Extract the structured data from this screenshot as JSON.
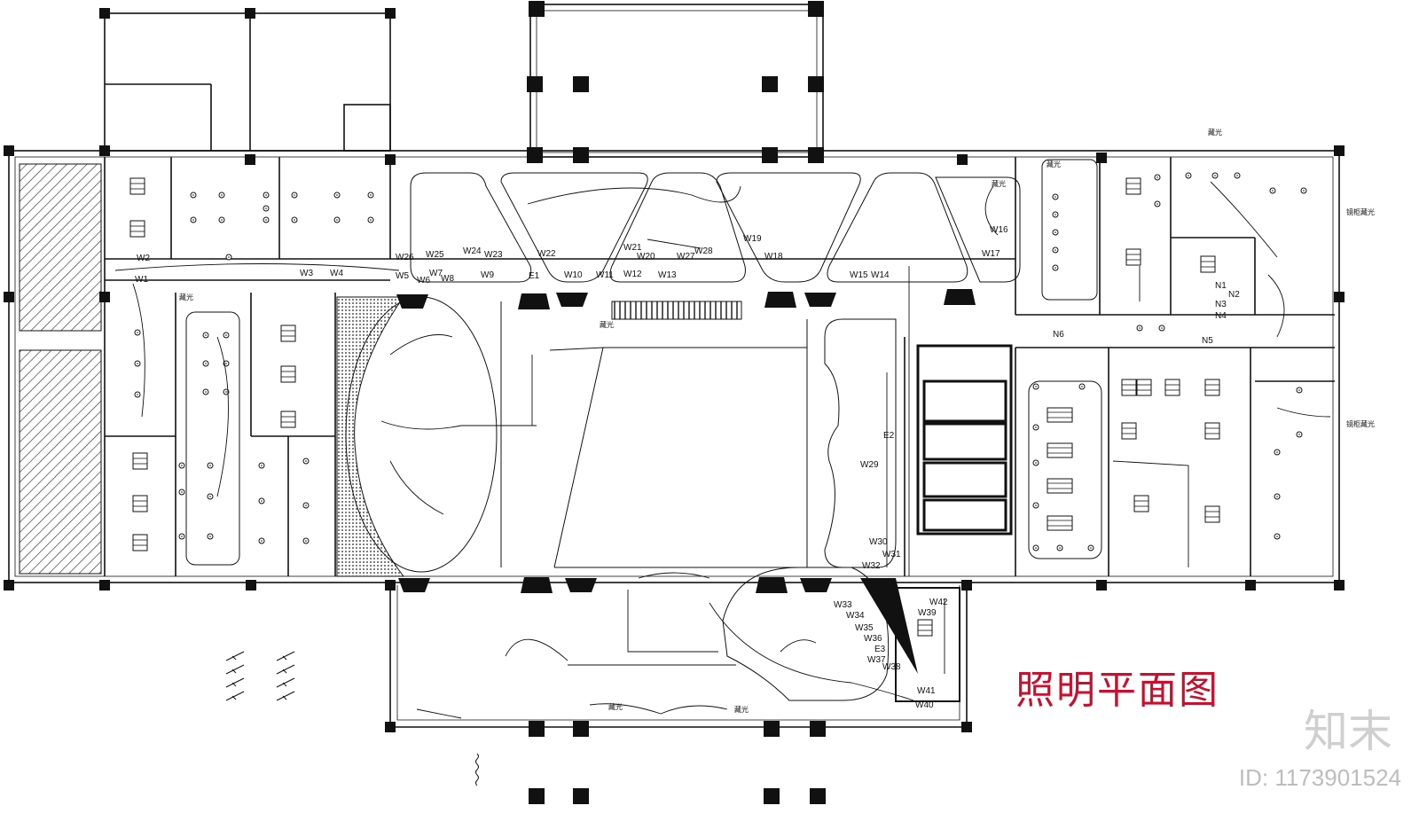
{
  "title": "照明平面图",
  "watermark": {
    "brand": "知末",
    "id": "ID: 1173901524"
  },
  "colors": {
    "title": "#c8102e",
    "line": "#111111",
    "watermark": "#bdbdbd"
  },
  "symbols": {
    "cove_light": "藏光",
    "mirror_cabinet_light": "镜柜藏光"
  },
  "circuit_labels": [
    {
      "t": "W1"
    },
    {
      "t": "W2"
    },
    {
      "t": "W3"
    },
    {
      "t": "W4"
    },
    {
      "t": "W5"
    },
    {
      "t": "W6"
    },
    {
      "t": "W7"
    },
    {
      "t": "W8"
    },
    {
      "t": "W9"
    },
    {
      "t": "W10"
    },
    {
      "t": "W11"
    },
    {
      "t": "W12"
    },
    {
      "t": "W13"
    },
    {
      "t": "W14"
    },
    {
      "t": "W15"
    },
    {
      "t": "W16"
    },
    {
      "t": "W17"
    },
    {
      "t": "W18"
    },
    {
      "t": "W19"
    },
    {
      "t": "W20"
    },
    {
      "t": "W21"
    },
    {
      "t": "W22"
    },
    {
      "t": "W23"
    },
    {
      "t": "W24"
    },
    {
      "t": "W25"
    },
    {
      "t": "W26"
    },
    {
      "t": "W27"
    },
    {
      "t": "W28"
    },
    {
      "t": "W29"
    },
    {
      "t": "W30"
    },
    {
      "t": "W31"
    },
    {
      "t": "W32"
    },
    {
      "t": "W33"
    },
    {
      "t": "W34"
    },
    {
      "t": "W35"
    },
    {
      "t": "W36"
    },
    {
      "t": "W37"
    },
    {
      "t": "W38"
    },
    {
      "t": "W39"
    },
    {
      "t": "W40"
    },
    {
      "t": "W41"
    },
    {
      "t": "W42"
    },
    {
      "t": "E1"
    },
    {
      "t": "E2"
    },
    {
      "t": "E3"
    },
    {
      "t": "N1"
    },
    {
      "t": "N2"
    },
    {
      "t": "N3"
    },
    {
      "t": "N4"
    },
    {
      "t": "N5"
    },
    {
      "t": "N6"
    }
  ]
}
